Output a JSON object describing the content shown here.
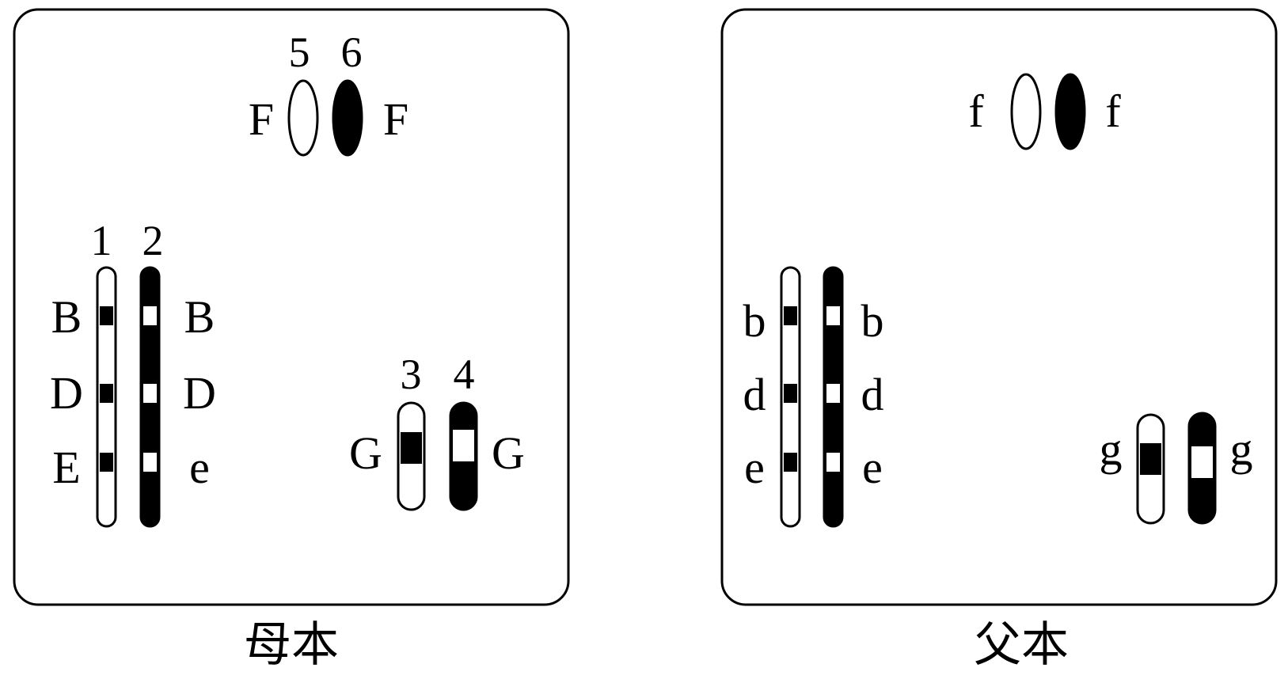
{
  "panels": {
    "mother": {
      "caption": "母本",
      "pair_5_6": {
        "labels": [
          "5",
          "6"
        ],
        "genes": [
          "F",
          "F"
        ]
      },
      "pair_1_2": {
        "labels": [
          "1",
          "2"
        ],
        "genes_left": [
          "B",
          "D",
          "E"
        ],
        "genes_right": [
          "B",
          "D",
          "e"
        ]
      },
      "pair_3_4": {
        "labels": [
          "3",
          "4"
        ],
        "genes": [
          "G",
          "G"
        ]
      }
    },
    "father": {
      "caption": "父本",
      "pair_5_6": {
        "genes": [
          "f",
          "f"
        ]
      },
      "pair_1_2": {
        "genes_left": [
          "b",
          "d",
          "e"
        ],
        "genes_right": [
          "b",
          "d",
          "e"
        ]
      },
      "pair_3_4": {
        "genes": [
          "g",
          "g"
        ]
      }
    }
  },
  "colors": {
    "ink": "#000000",
    "paper": "#ffffff"
  }
}
